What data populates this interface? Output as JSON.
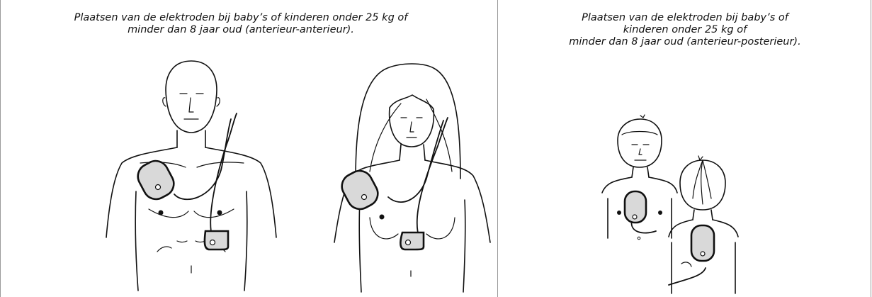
{
  "captions": {
    "left": {
      "line1": "Plaatsen van de elektroden bij baby’s of kinderen onder 25 kg of",
      "line2": "minder dan 8 jaar oud (anterieur-anterieur)."
    },
    "right": {
      "line1": "Plaatsen van de elektroden bij baby’s of",
      "line2": "kinderen onder 25 kg of",
      "line3": "minder dan 8 jaar oud (anterieur-posterieur)."
    }
  },
  "colors": {
    "pad_fill": "#d9d9d9",
    "line": "#111111",
    "frame": "#9a9a9a"
  }
}
